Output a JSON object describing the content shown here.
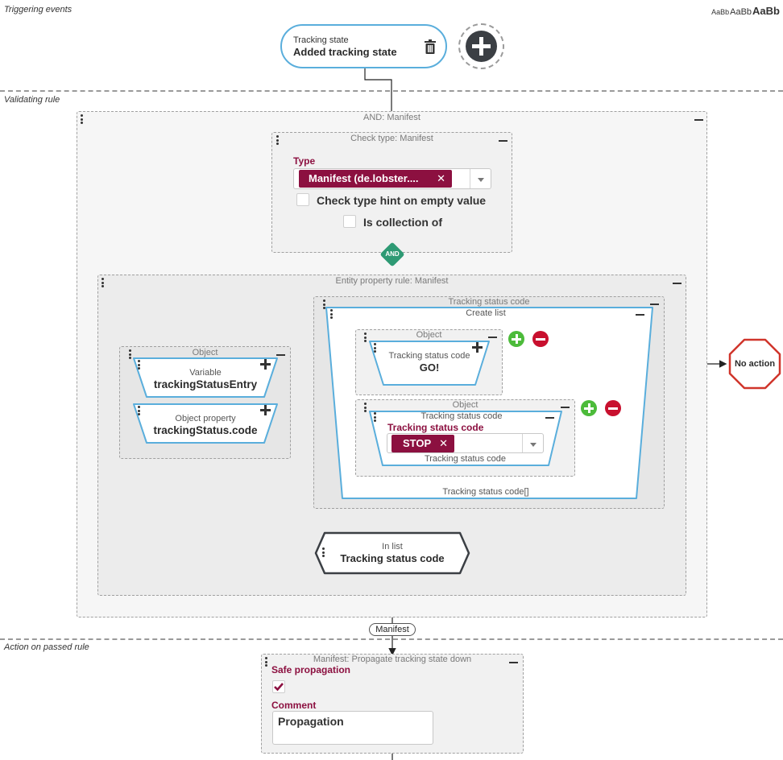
{
  "sections": {
    "triggering": "Triggering events",
    "validating": "Validating rule",
    "action": "Action on passed rule"
  },
  "font_size_control": [
    "AaBb",
    "AaBb",
    "AaBb"
  ],
  "trigger": {
    "small_label": "Tracking state",
    "value": "Added tracking state",
    "icons": [
      "trash-icon",
      "plus-circle-icon"
    ]
  },
  "and_manifest": {
    "title": "AND: Manifest"
  },
  "check_type": {
    "title": "Check type: Manifest",
    "type_label": "Type",
    "type_chip": "Manifest (de.lobster....",
    "checkbox_hint": "Check type hint on empty value",
    "checkbox_collection": "Is collection of"
  },
  "and_connector": "AND",
  "entity_property_rule": {
    "title": "Entity property rule: Manifest"
  },
  "object_left": {
    "title": "Object",
    "variable_label": "Variable",
    "variable_value": "trackingStatusEntry",
    "property_label": "Object property",
    "property_value": "trackingStatus.code"
  },
  "tracking_status_code_box": {
    "title": "Tracking status code",
    "create_list_title": "Create list",
    "footer": "Tracking status code[]",
    "object1": {
      "title": "Object",
      "small_label": "Tracking status code",
      "value": "GO!"
    },
    "object2": {
      "title": "Object",
      "inner_title": "Tracking status code",
      "field_label": "Tracking status code",
      "chip": "STOP",
      "footer": "Tracking status code"
    }
  },
  "in_list": {
    "small_label": "In list",
    "value": "Tracking status code"
  },
  "no_action": "No action",
  "manifest_edge_label": "Manifest",
  "action": {
    "title": "Manifest: Propagate tracking state down",
    "safe_propagation_label": "Safe propagation",
    "safe_propagation_checked": true,
    "comment_label": "Comment",
    "comment_value": "Propagation"
  },
  "colors": {
    "accent_blue": "#5aaedc",
    "brand_red": "#8c1040",
    "and_green": "#2e9a74",
    "stop_red": "#d0352b",
    "add_green": "#4cbb3a",
    "remove_red": "#c8102e"
  }
}
